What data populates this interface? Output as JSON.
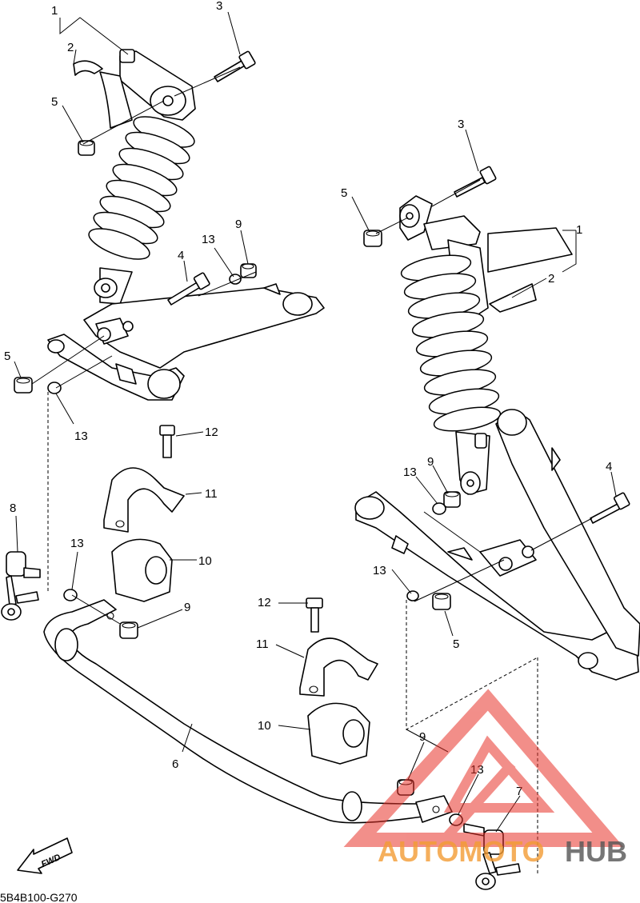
{
  "callouts": {
    "c1a": "1",
    "c2a": "2",
    "c3a": "3",
    "c5a": "5",
    "c4a": "4",
    "c13a": "13",
    "c9a": "9",
    "c5b": "5",
    "c13b": "13",
    "c12a": "12",
    "c11a": "11",
    "c8": "8",
    "c13c": "13",
    "c10a": "10",
    "c9b": "9",
    "c3b": "3",
    "c5c": "5",
    "c1b": "1",
    "c2b": "2",
    "c13d": "13",
    "c9c": "9",
    "c4b": "4",
    "c13e": "13",
    "c5d": "5",
    "c12b": "12",
    "c11b": "11",
    "c10b": "10",
    "c6": "6",
    "c9d": "9",
    "c13f": "13",
    "c7": "7"
  },
  "fwd_label": "FWD",
  "diagram_code": "5B4B100-G270",
  "watermark": {
    "part1": "AUTOMOTO",
    "part2": "HUB",
    "color_red": "#e8332a",
    "color_orange": "#f39c34",
    "color_gray": "#555555"
  }
}
